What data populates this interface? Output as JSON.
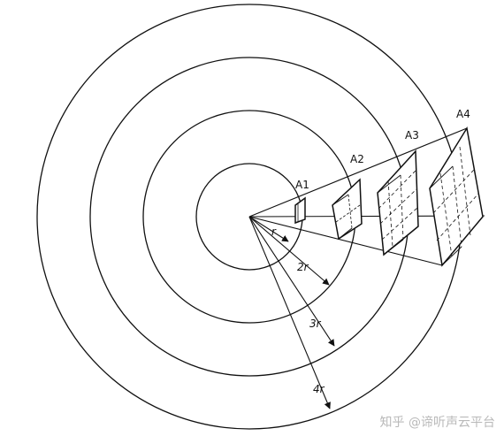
{
  "labels": {
    "a1": "A1",
    "a2": "A2",
    "a3": "A3",
    "a4": "A4",
    "r1": "r",
    "r2": "2r",
    "r3": "3r",
    "r4": "4r"
  },
  "watermark": "知乎 @谛听声云平台"
}
